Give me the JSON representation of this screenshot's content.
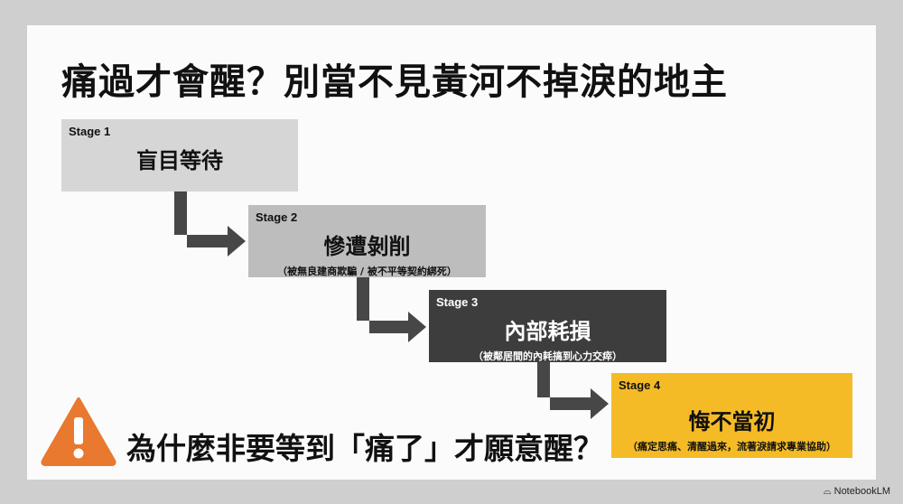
{
  "title": "痛過才會醒？別當不見黃河不掉淚的地主",
  "stages": [
    {
      "label": "Stage 1",
      "name": "盲目等待",
      "sub": ""
    },
    {
      "label": "Stage 2",
      "name": "慘遭剝削",
      "sub": "（被無良建商欺騙 / 被不平等契約綁死）"
    },
    {
      "label": "Stage 3",
      "name": "內部耗損",
      "sub": "（被鄰居間的內耗搞到心力交瘁）"
    },
    {
      "label": "Stage 4",
      "name": "悔不當初",
      "sub": "（痛定思痛、清醒過來，流著淚請求專業協助）"
    }
  ],
  "question": "為什麼非要等到「痛了」才願意醒？",
  "brand": "NotebookLM",
  "colors": {
    "stage1": "#d6d6d6",
    "stage2": "#bdbdbd",
    "stage3": "#3d3d3d",
    "stage4": "#f5bb27",
    "arrow": "#474747",
    "warning": "#e8792f"
  }
}
